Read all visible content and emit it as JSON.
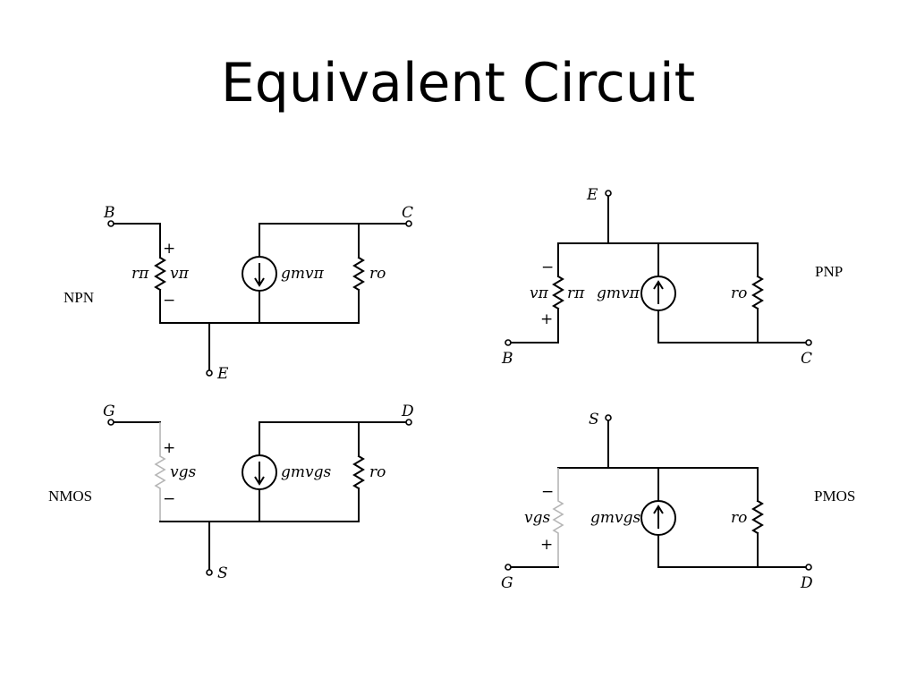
{
  "slide": {
    "title": "Equivalent Circuit"
  },
  "circuits": {
    "npn": {
      "device": "NPN",
      "terminals": {
        "base": "B",
        "collector": "C",
        "emitter": "E"
      },
      "plus": "+",
      "minus": "−",
      "resistor_in": "rπ",
      "control_voltage": "vπ",
      "source": "gmvπ",
      "resistor_out": "ro"
    },
    "pnp": {
      "device": "PNP",
      "terminals": {
        "emitter": "E",
        "base": "B",
        "collector": "C"
      },
      "plus": "+",
      "minus": "−",
      "resistor_in": "rπ",
      "control_voltage": "vπ",
      "source": "gmvπ",
      "resistor_out": "ro"
    },
    "nmos": {
      "device": "NMOS",
      "terminals": {
        "gate": "G",
        "drain": "D",
        "source": "S"
      },
      "plus": "+",
      "minus": "−",
      "control_voltage": "vgs",
      "source": "gmvgs",
      "resistor_out": "ro"
    },
    "pmos": {
      "device": "PMOS",
      "terminals": {
        "source": "S",
        "gate": "G",
        "drain": "D"
      },
      "plus": "+",
      "minus": "−",
      "control_voltage": "vgs",
      "source": "gmvgs",
      "resistor_out": "ro"
    }
  }
}
